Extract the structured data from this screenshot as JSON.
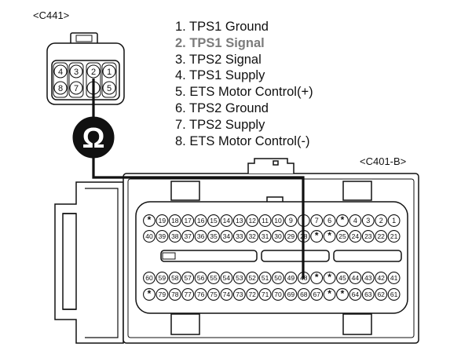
{
  "connector_c441": {
    "label": "<C441>",
    "pins_top": [
      "4",
      "3",
      "2",
      "1"
    ],
    "pins_bottom": [
      "8",
      "7",
      "",
      "5"
    ]
  },
  "connector_c401b": {
    "label": "<C401-B>",
    "rows": [
      [
        "*",
        "19",
        "18",
        "17",
        "16",
        "15",
        "14",
        "13",
        "12",
        "11",
        "10",
        "9",
        "",
        "7",
        "6",
        "*",
        "4",
        "3",
        "2",
        "1"
      ],
      [
        "40",
        "39",
        "38",
        "37",
        "36",
        "35",
        "34",
        "33",
        "32",
        "31",
        "30",
        "29",
        "28",
        "*",
        "*",
        "25",
        "24",
        "23",
        "22",
        "21"
      ],
      [
        "60",
        "59",
        "58",
        "57",
        "56",
        "55",
        "54",
        "53",
        "52",
        "51",
        "50",
        "49",
        "48",
        "*",
        "*",
        "45",
        "44",
        "43",
        "42",
        "41"
      ],
      [
        "*",
        "79",
        "78",
        "77",
        "76",
        "75",
        "74",
        "73",
        "72",
        "71",
        "70",
        "69",
        "68",
        "67",
        "*",
        "*",
        "64",
        "63",
        "62",
        "61"
      ]
    ]
  },
  "meter": {
    "symbol": "Ω"
  },
  "pin_list": [
    {
      "text": "1. TPS1 Ground",
      "highlight": false
    },
    {
      "text": "2. TPS1 Signal",
      "highlight": true
    },
    {
      "text": "3. TPS2 Signal",
      "highlight": false
    },
    {
      "text": "4. TPS1 Supply",
      "highlight": false
    },
    {
      "text": "5. ETS Motor Control(+)",
      "highlight": false
    },
    {
      "text": "6. TPS2 Ground",
      "highlight": false
    },
    {
      "text": "7. TPS2 Supply",
      "highlight": false
    },
    {
      "text": "8. ETS Motor Control(-)",
      "highlight": false
    }
  ],
  "colors": {
    "ink": "#111111",
    "highlight_text": "#7b7b7b",
    "meter_bg": "#111111",
    "meter_fg": "#ffffff",
    "background": "#ffffff"
  }
}
